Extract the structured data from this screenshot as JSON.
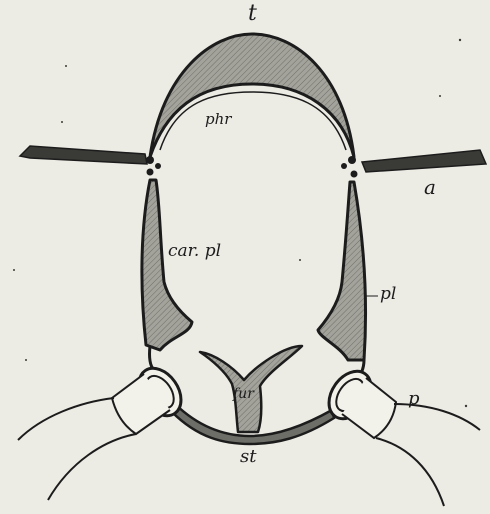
{
  "figure": {
    "labels": {
      "tergum": "t",
      "phragma": "phr",
      "wing": "a",
      "cardinal_pleural": "car. pl",
      "pleuron": "pl",
      "furca": "fur",
      "sternum": "st",
      "leg": "p"
    },
    "colors": {
      "paper": "#ecebe4",
      "ink": "#1c1c1c",
      "fill": "#9b9b95"
    }
  }
}
